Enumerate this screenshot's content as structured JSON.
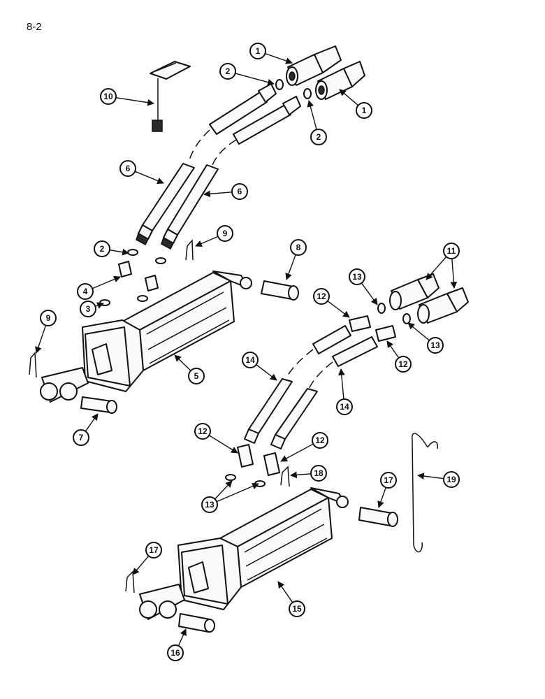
{
  "page_number": "8-2",
  "callouts": [
    "1",
    "1",
    "2",
    "2",
    "10",
    "6",
    "6",
    "9",
    "2",
    "4",
    "3",
    "5",
    "9",
    "7",
    "8",
    "13",
    "12",
    "11",
    "13",
    "12",
    "14",
    "14",
    "12",
    "12",
    "13",
    "18",
    "17",
    "19",
    "17",
    "15",
    "16"
  ]
}
